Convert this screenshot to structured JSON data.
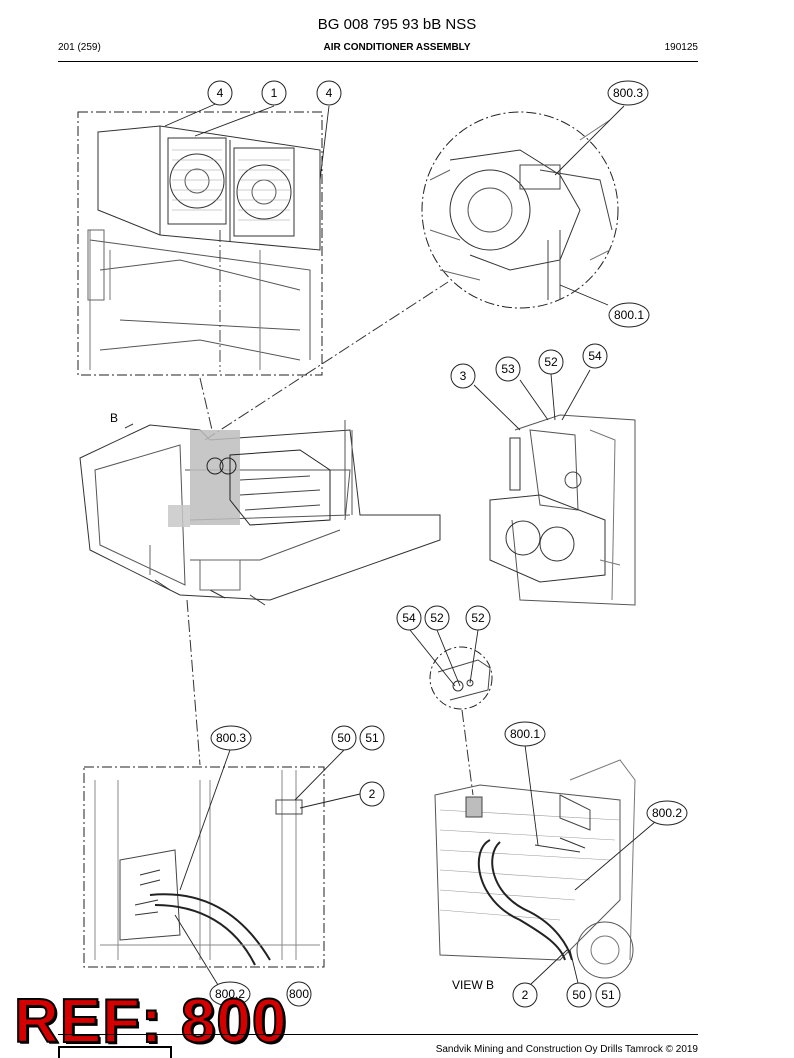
{
  "header": {
    "doc_number": "BG 008 795 93 bB NSS",
    "page": "201 (259)",
    "title": "AIR CONDITIONER ASSEMBLY",
    "date": "190125"
  },
  "footer": {
    "copyright": "Sandvik Mining and Construction Oy Drills Tamrock © 2019"
  },
  "views": {
    "view_b_label": "VIEW B",
    "b_marker": "B"
  },
  "callouts": {
    "top_left": [
      "4",
      "1",
      "4"
    ],
    "top_right": [
      "800.3",
      "800.1"
    ],
    "middle_right": [
      "3",
      "53",
      "52",
      "54"
    ],
    "center_small": [
      "54",
      "52",
      "52"
    ],
    "bottom_left": [
      "800.3",
      "50",
      "51",
      "2",
      "800.2",
      "800"
    ],
    "bottom_right": [
      "800.1",
      "800.2",
      "2",
      "50",
      "51"
    ]
  },
  "stamp": {
    "text": "REF: 800",
    "color": "#d40000"
  }
}
